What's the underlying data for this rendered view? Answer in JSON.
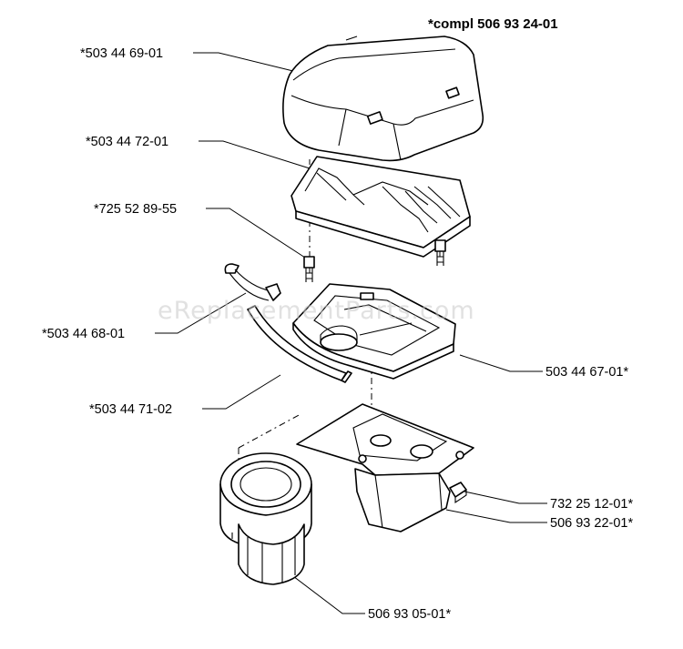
{
  "title": "*compl 506 93 24-01",
  "watermark": "eReplacementParts.com",
  "parts": {
    "cover": "*503 44 69-01",
    "filter_frame": "*503 44 72-01",
    "screw": "*725 52 89-55",
    "clip": "*503 44 68-01",
    "hose": "*503 44 71-02",
    "filter_holder": "503 44 67-01*",
    "nut": "732 25 12-01*",
    "bracket": "506 93 22-01*",
    "prefilter": "506 93 05-01*"
  },
  "colors": {
    "line": "#000000",
    "background": "#ffffff",
    "watermark": "#c9c9c9"
  }
}
